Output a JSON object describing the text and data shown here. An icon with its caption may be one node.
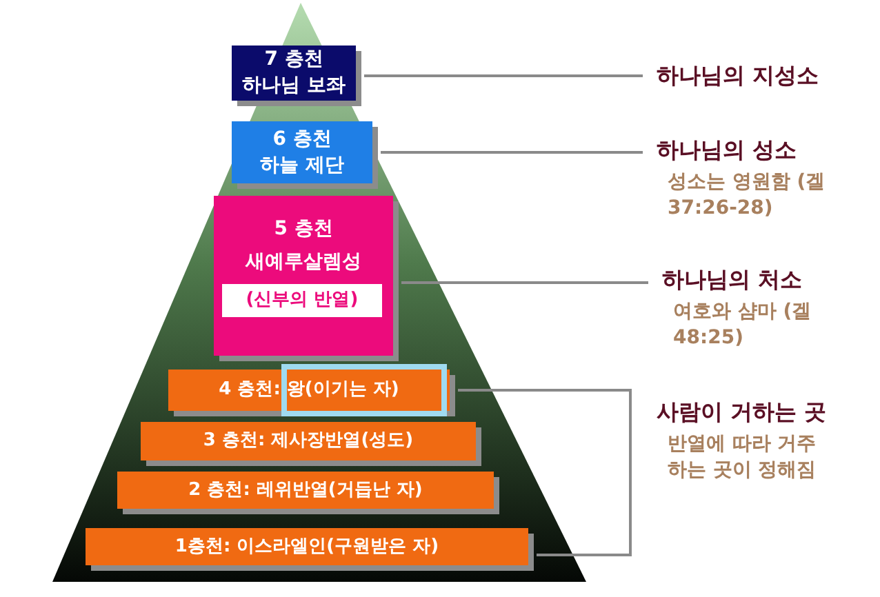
{
  "diagram": {
    "nodes": [
      {
        "text": [
          "7 층천",
          "하나님 보좌"
        ]
      },
      {
        "text": [
          "6 층천",
          "하늘 제단"
        ]
      },
      {
        "text": [
          "5 층천",
          "새예루살렘성"
        ]
      },
      {
        "text": [
          "(신부의 반열)"
        ],
        "in": 2
      },
      {
        "text": [
          "4 층천: 왕(이기는 자)"
        ]
      },
      {
        "text": [
          "3 층천: 제사장반열(성도)"
        ]
      },
      {
        "text": [
          "2 층천: 레위반열(거듭난 자)"
        ]
      },
      {
        "text": [
          "1층천: 이스라엘인(구원받은 자)"
        ]
      },
      {
        "text": [
          "하나님의 지성소"
        ]
      },
      {
        "text": [
          "하나님의 성소",
          "성소는 영원함 (겔 37:26-28)"
        ]
      },
      {
        "text": [
          "하나님의 처소",
          "여호와 샴마 (겔 48:25)"
        ]
      },
      {
        "text": [
          "사람이 거하는 곳",
          "반열에 따라 거주하는 곳이 정해짐"
        ]
      }
    ],
    "edges": [
      {
        "from": 0,
        "to": 8,
        "arrow": "none"
      },
      {
        "from": 1,
        "to": 9,
        "arrow": "none"
      },
      {
        "from": 2,
        "to": 10,
        "arrow": "none"
      },
      {
        "from": 4,
        "to": 7,
        "arrow": "none"
      }
    ]
  }
}
